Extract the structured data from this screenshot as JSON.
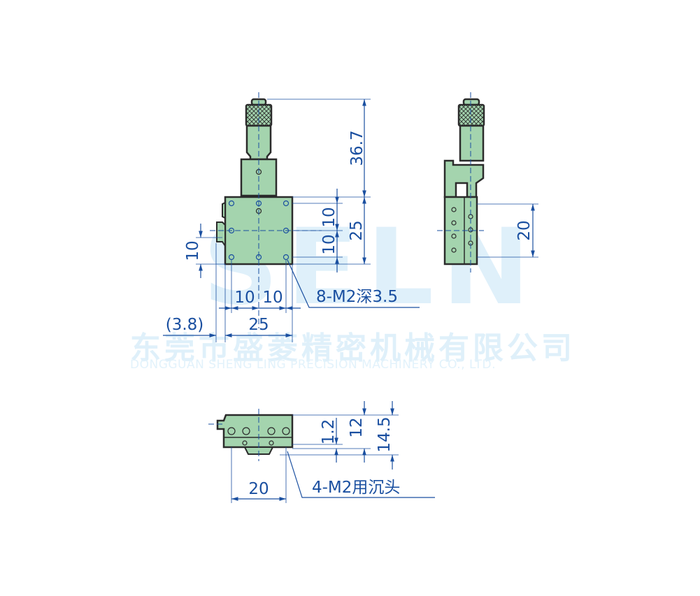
{
  "watermark": {
    "logo": "SELN",
    "company_cn": "东莞市盛菱精密机械有限公司",
    "company_en": "DONGGUAN SHENG LING PRECISION MACHINERY CO., LTD."
  },
  "colors": {
    "part_fill": "#a4d4ae",
    "part_outline": "#2b2b2b",
    "dimension_line": "#1a4fa0",
    "watermark": "#dff0fa"
  },
  "front_view": {
    "dim_height_total": "36.7",
    "dim_hole_spacing_upper": "10",
    "dim_hole_spacing_lower": "10",
    "dim_body_height": "25",
    "dim_side_knob": "10",
    "dim_x_left": "10",
    "dim_x_right": "10",
    "dim_offset": "(3.8)",
    "dim_body_width": "25",
    "callout_tapped_holes": "8-M2深3.5"
  },
  "side_view": {
    "dim_mount_spacing": "20"
  },
  "bottom_view": {
    "dim_thickness_1": "1.2",
    "dim_thickness_2": "12",
    "dim_thickness_3": "14.5",
    "dim_mount_width": "20",
    "callout_counterbore": "4-M2用沉头"
  }
}
